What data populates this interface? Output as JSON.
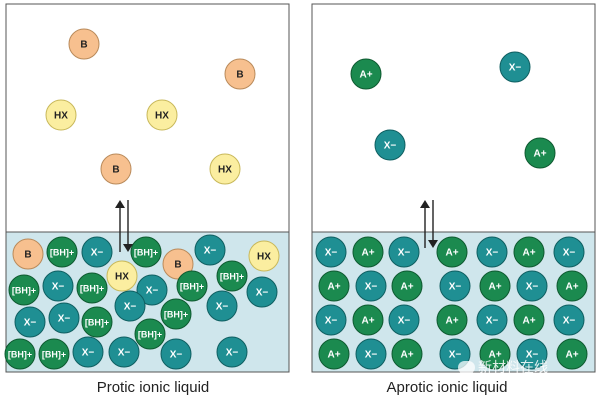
{
  "panels": [
    {
      "label": "Protic ionic liquid",
      "gas_species": [
        "B",
        "B",
        "HX",
        "HX",
        "B",
        "HX"
      ],
      "liquid_species": [
        "B",
        "[BH]+",
        "X−",
        "[BH]+",
        "B",
        "X−",
        "HX",
        "[BH]+",
        "X−",
        "[BH]+",
        "HX",
        "X−",
        "[BH]+",
        "[BH]+",
        "X−",
        "X−",
        "[BH]+",
        "X−",
        "[BH]+",
        "X−",
        "X−",
        "[BH]+",
        "[BH]+",
        "X−",
        "[BH]+",
        "X−",
        "X−",
        "X−"
      ]
    },
    {
      "label": "Aprotic ionic liquid",
      "gas_species": [
        "A+",
        "X−",
        "X−",
        "A+"
      ],
      "liquid_species": [
        "X−",
        "A+",
        "X−",
        "A+",
        "X−",
        "A+",
        "X−",
        "A+",
        "X−",
        "A+",
        "X−",
        "A+",
        "X−",
        "A+",
        "X−",
        "A+",
        "X−",
        "A+",
        "X−",
        "A+",
        "X−",
        "A+",
        "X−",
        "A+",
        "X−",
        "A+",
        "X−",
        "A+"
      ]
    }
  ],
  "colors": {
    "neutral_base": "#f7c08f",
    "neutral_acid": "#fbeea0",
    "cation": "#1b8a4f",
    "anion": "#1f8f93",
    "liquid": "#cfe6ec",
    "arrow": "#222222"
  },
  "watermark": "新材料在线"
}
